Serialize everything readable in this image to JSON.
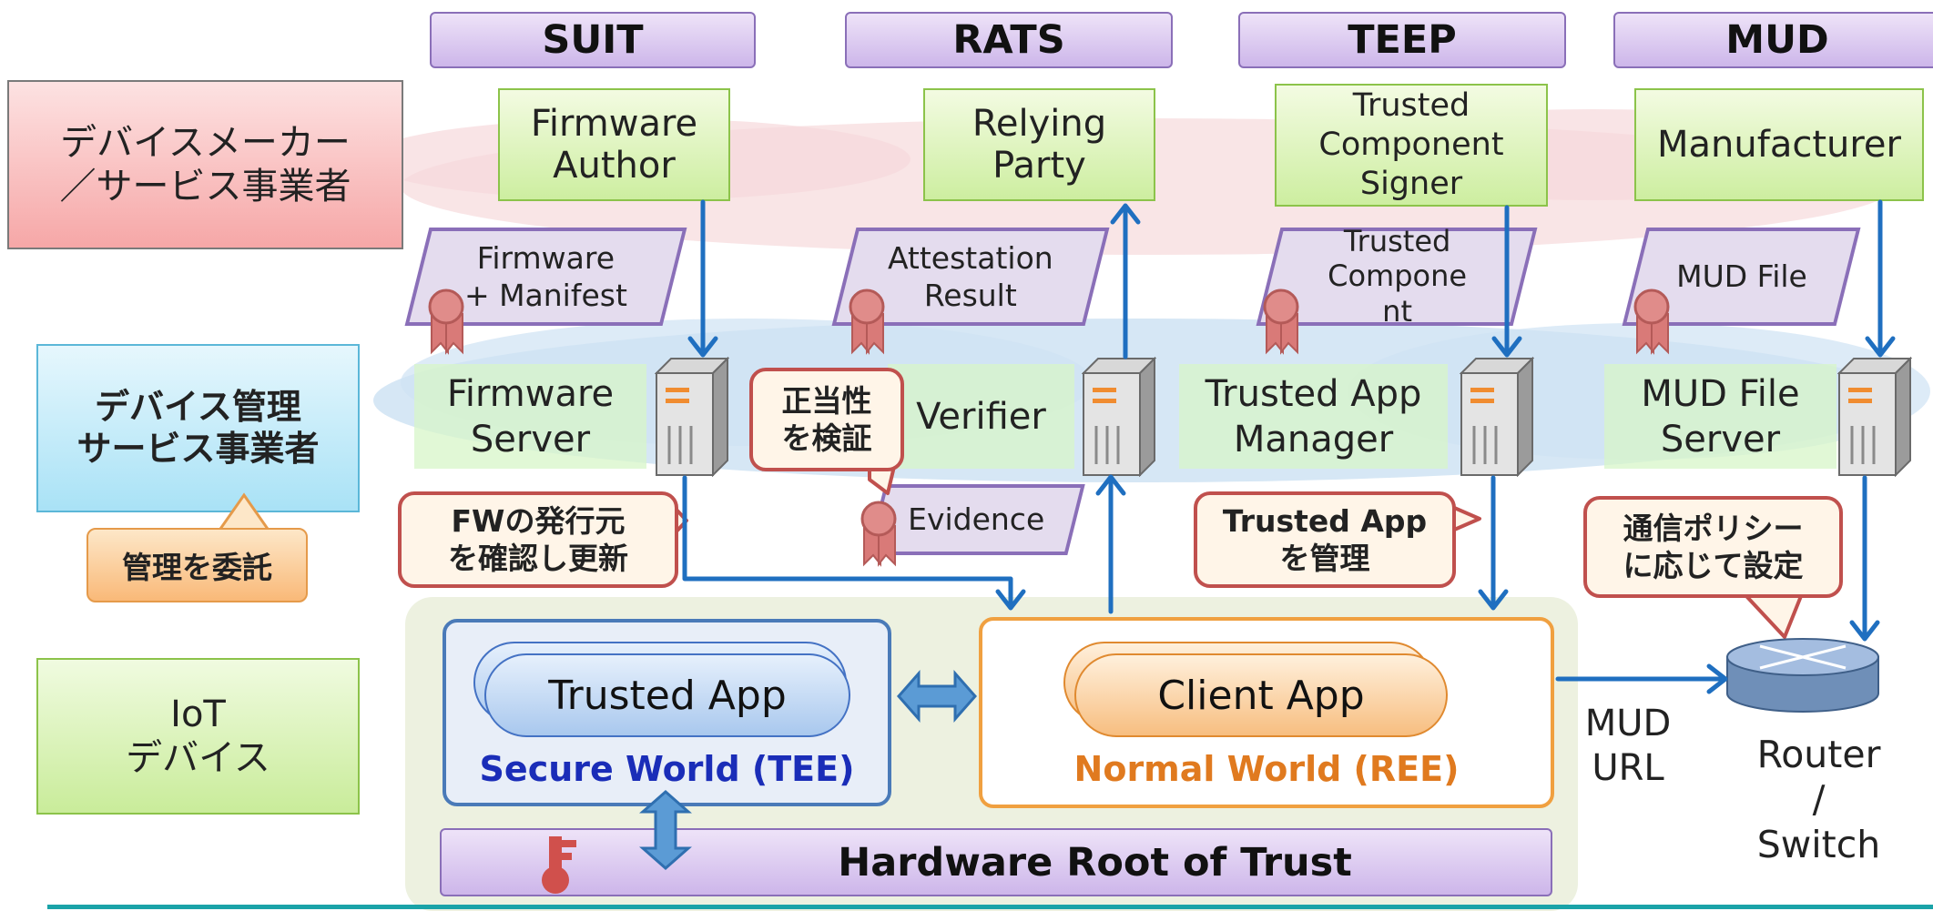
{
  "headers": {
    "suit": "SUIT",
    "rats": "RATS",
    "teep": "TEEP",
    "mud": "MUD"
  },
  "rows": {
    "device_maker": {
      "line1": "デバイスメーカー",
      "line2": "／サービス事業者"
    },
    "device_mgmt": {
      "line1": "デバイス管理",
      "line2": "サービス事業者"
    },
    "delegate": "管理を委託",
    "iot_device": {
      "line1": "IoT",
      "line2": "デバイス"
    }
  },
  "suit": {
    "author": {
      "line1": "Firmware",
      "line2": "Author"
    },
    "artifact": {
      "line1": "Firmware",
      "line2": "+ Manifest"
    },
    "server": {
      "line1": "Firmware",
      "line2": "Server"
    },
    "callout": {
      "line1": "FWの発行元",
      "line2": "を確認し更新"
    }
  },
  "rats": {
    "relying_party": {
      "line1": "Relying",
      "line2": "Party"
    },
    "result": {
      "line1": "Attestation",
      "line2": "Result"
    },
    "verifier": "Verifier",
    "callout": {
      "line1": "正当性",
      "line2": "を検証"
    },
    "evidence": "Evidence"
  },
  "teep": {
    "signer": {
      "line1": "Trusted",
      "line2": "Component",
      "line3": "Signer"
    },
    "component": {
      "line1": "Trusted",
      "line2": "Compone",
      "line3": "nt"
    },
    "tam": {
      "line1": "Trusted App",
      "line2": "Manager"
    },
    "callout": {
      "line1": "Trusted App",
      "line2": "を管理"
    }
  },
  "mud": {
    "manufacturer": "Manufacturer",
    "file": "MUD File",
    "server": {
      "line1": "MUD File",
      "line2": "Server"
    },
    "callout": {
      "line1": "通信ポリシー",
      "line2": "に応じて設定"
    },
    "url": {
      "line1": "MUD",
      "line2": "URL"
    },
    "router": {
      "line1": "Router",
      "line2": "/",
      "line3": "Switch"
    }
  },
  "device": {
    "trusted_app": "Trusted App",
    "secure_world": "Secure World (TEE)",
    "client_app": "Client App",
    "normal_world": "Normal World (REE)",
    "hw_root": "Hardware Root of Trust"
  },
  "colors": {
    "arrow": "#1f6fc0",
    "secure_world_text": "#1a2db8",
    "normal_world_text": "#e07a1f",
    "callout_border": "#c0504d",
    "header_fill": "#d8c6ef"
  }
}
